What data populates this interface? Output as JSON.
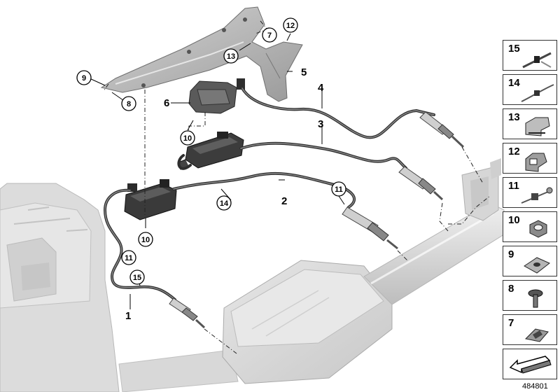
{
  "diagram": {
    "callouts_plain": {
      "c1": "1",
      "c2": "2",
      "c3": "3",
      "c4": "4",
      "c5": "5",
      "c6": "6"
    },
    "callouts_circled": {
      "c7": "7",
      "c8": "8",
      "c9": "9",
      "c10a": "10",
      "c10b": "10",
      "c11a": "11",
      "c11b": "11",
      "c12": "12",
      "c13": "13",
      "c14": "14",
      "c15": "15"
    }
  },
  "parts_panel": {
    "items": [
      {
        "number": "15",
        "icon": "cable-tie-icon"
      },
      {
        "number": "14",
        "icon": "cable-clip-icon"
      },
      {
        "number": "13",
        "icon": "spring-clip-icon"
      },
      {
        "number": "12",
        "icon": "holder-clip-icon"
      },
      {
        "number": "11",
        "icon": "cable-holder-icon"
      },
      {
        "number": "10",
        "icon": "hex-nut-icon"
      },
      {
        "number": "9",
        "icon": "clip-nut-icon"
      },
      {
        "number": "8",
        "icon": "screw-icon"
      },
      {
        "number": "7",
        "icon": "clamp-icon"
      },
      {
        "number": "",
        "icon": "arrow-icon"
      }
    ]
  },
  "doc_number": "484801"
}
